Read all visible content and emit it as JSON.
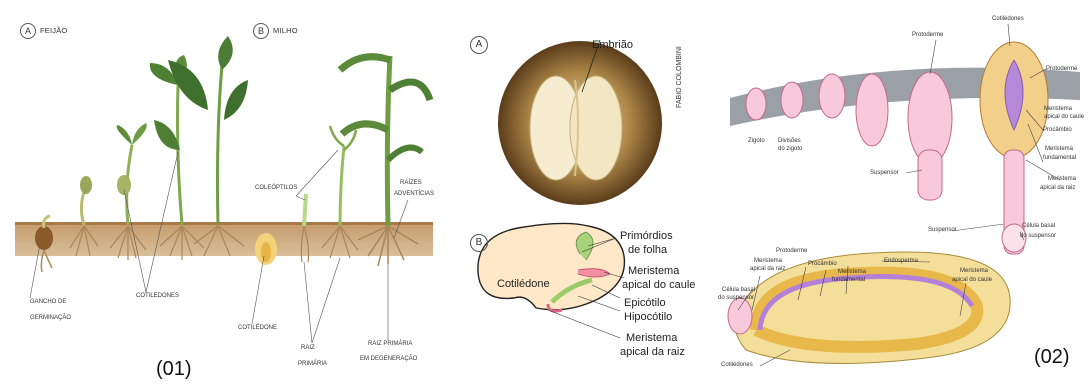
{
  "panel1": {
    "letter_a": "A",
    "title_a": "FEIJÃO",
    "letter_b": "B",
    "title_b": "MILHO",
    "labels": {
      "gancho1": "GANCHO DE",
      "gancho2": "GERMINAÇÃO",
      "cotiledones": "COTILEDONES",
      "coleoptilos": "COLEÓPTILOS",
      "raizes1": "RAÍZES",
      "raizes2": "ADVENTÍCIAS",
      "cotiledone": "COTILÉDONE",
      "raiz1": "RAIZ",
      "raiz2": "PRIMÁRIA",
      "raizprim1": "RAIZ PRIMÁRIA",
      "raizprim2": "EM DEGENERAÇÃO"
    },
    "fig_number": "(01)"
  },
  "panel_seed": {
    "letter_a": "A",
    "embriao": "Embrião",
    "credit": "FABIO COLOMBINI",
    "letter_b": "B",
    "cotiledone": "Cotilédone",
    "primordios1": "Primórdios",
    "primordios2": "de folha",
    "meristema_caule1": "Meristema",
    "meristema_caule2": "apical do caule",
    "epicotilo": "Epicótilo",
    "hipocotilo": "Hipocótilo",
    "meristema_raiz1": "Meristema",
    "meristema_raiz2": "apical da raiz"
  },
  "panel2": {
    "cotiledones_top": "Cotilédones",
    "protoderme_top": "Protoderme",
    "protoderme_right": "Protoderme",
    "meristema_caule1": "Meristema",
    "meristema_caule2": "apical do caule",
    "procambio_right": "Procâmbio",
    "meristema_fund1": "Meristema",
    "meristema_fund2": "fundamental",
    "meristema_raiz1": "Meristema",
    "meristema_raiz2": "apical da raiz",
    "zigoto": "Zigoto",
    "divisoes1": "Divisões",
    "divisoes2": "do zigoto",
    "suspensor1": "Suspensor",
    "suspensor2": "Suspensor",
    "celula_basal_r1": "Célula basal",
    "celula_basal_r2": "do suspensor",
    "protoderme_bottom": "Protoderme",
    "procambio_bottom": "Procâmbio",
    "meristema_raiz_b1": "Meristema",
    "meristema_raiz_b2": "apical da raiz",
    "meristema_fund_b1": "Meristema",
    "meristema_fund_b2": "fundamental",
    "endosperma": "Endosperma",
    "celula_basal_l1": "Célula basal",
    "celula_basal_l2": "do suspensor",
    "meristema_caule_b1": "Meristema",
    "meristema_caule_b2": "apical do caule",
    "cotiledones_bottom": "Cotilédones",
    "fig_number": "(02)"
  }
}
